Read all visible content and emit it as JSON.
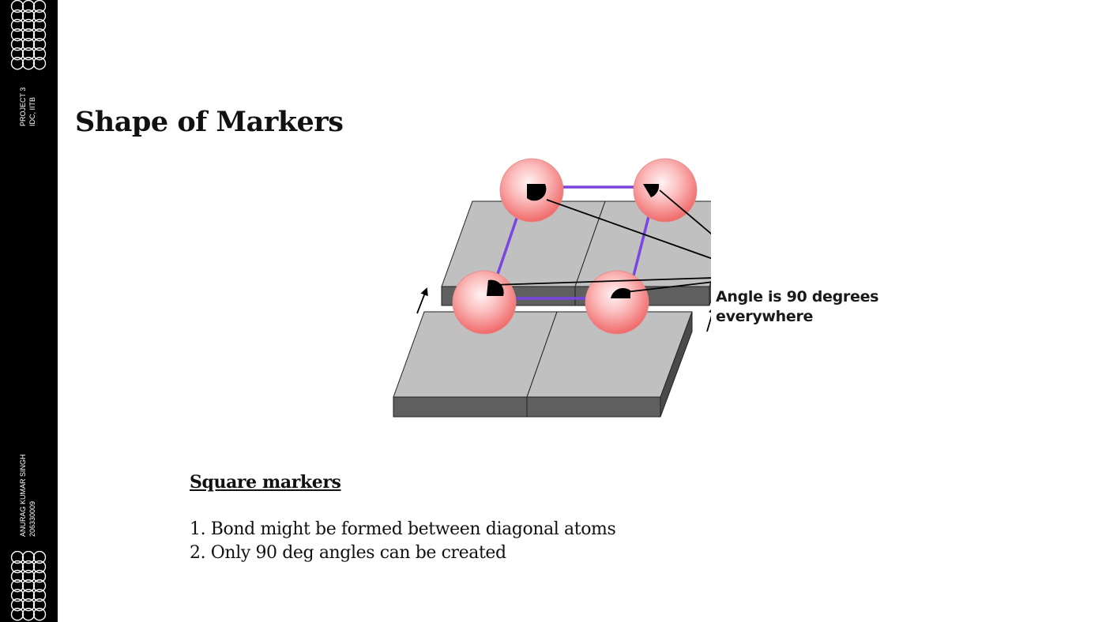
{
  "sidebar": {
    "top_lines": [
      "PROJECT 3",
      "IDC, IITB"
    ],
    "bottom_lines": [
      "ANURAG KUMAR SINGH",
      "206330009"
    ]
  },
  "slide": {
    "title": "Shape of Markers",
    "annotation": [
      "Angle is 90 degrees",
      "everywhere"
    ],
    "section_heading": "Square markers",
    "points": [
      "1. Bond might be formed between diagonal atoms",
      "2. Only 90 deg angles can be created"
    ]
  },
  "colors": {
    "sidebar": "#000000",
    "tile_top": "#c0c0c0",
    "tile_side": "#5f5f5f",
    "bond": "#7a45e0",
    "atom": "#f47a7a"
  }
}
